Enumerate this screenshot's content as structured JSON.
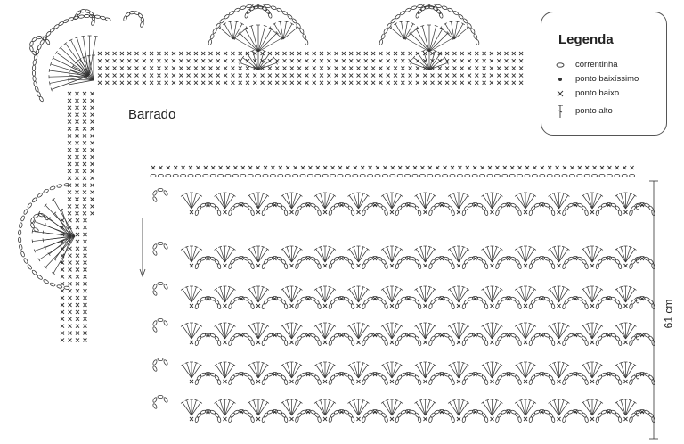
{
  "legend": {
    "title": "Legenda",
    "items": [
      {
        "symbol": "chain-icon",
        "label": "correntinha"
      },
      {
        "symbol": "slip-stitch-icon",
        "label": "ponto baixíssimo"
      },
      {
        "symbol": "single-crochet-icon",
        "label": "ponto baixo"
      },
      {
        "symbol": "double-crochet-icon",
        "label": "ponto alto"
      }
    ]
  },
  "labels": {
    "border": "Barrado",
    "dimension": "61 cm"
  },
  "colors": {
    "ink": "#333333",
    "border": "#555555",
    "background": "#ffffff"
  }
}
